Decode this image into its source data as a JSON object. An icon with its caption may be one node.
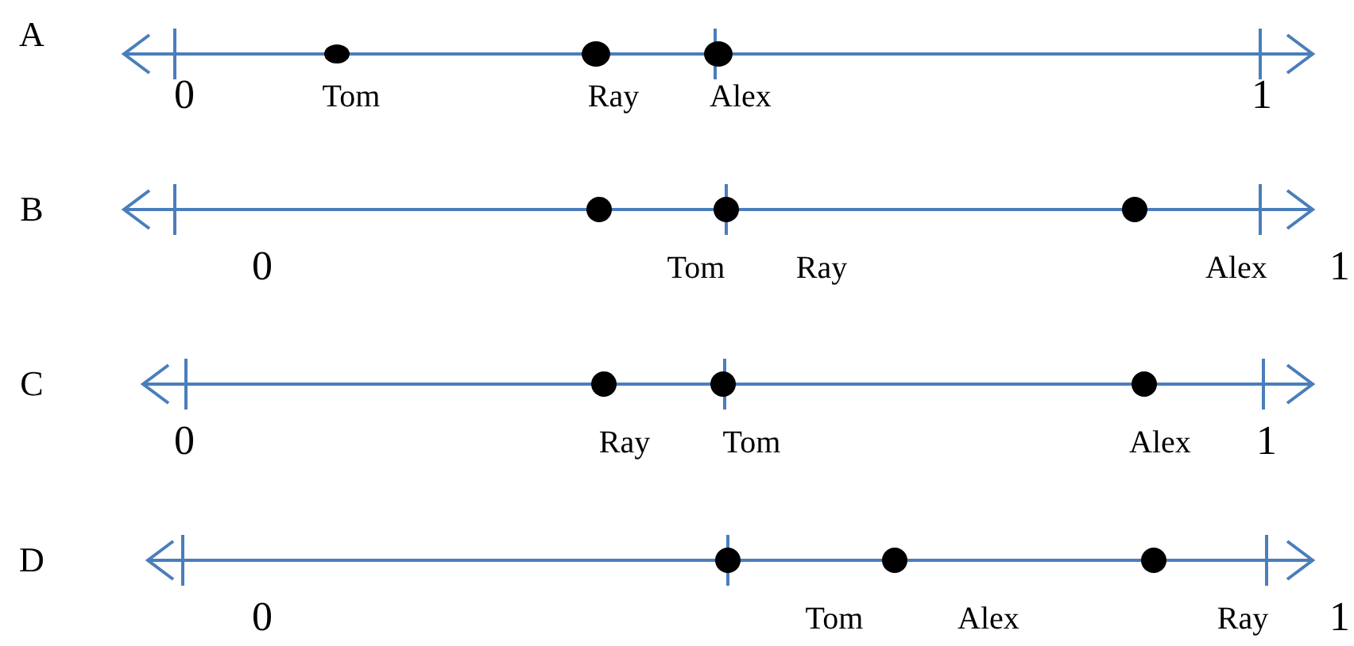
{
  "diagram": {
    "labels": [
      "A",
      "0",
      "Tom",
      "Ray",
      "Alex",
      "1",
      "B",
      "0",
      "Tom",
      "Ray",
      "Alex",
      "1",
      "C",
      "0",
      "Ray",
      "Tom",
      "Alex",
      "1",
      "D",
      "0",
      "Tom",
      "Alex",
      "Ray",
      "1"
    ]
  }
}
